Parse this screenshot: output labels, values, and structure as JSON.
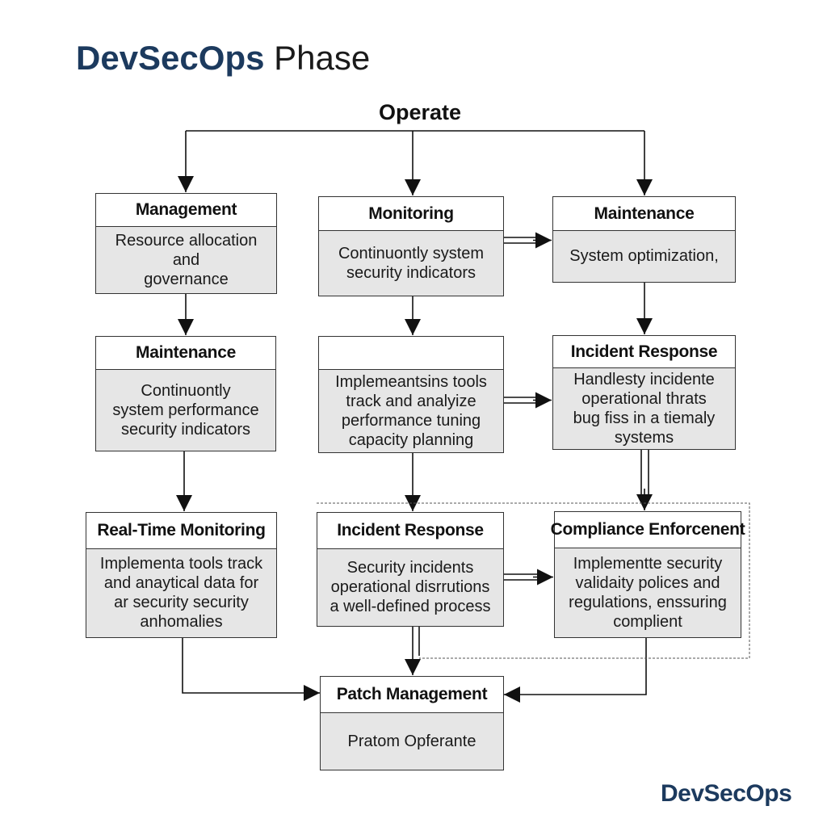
{
  "title": {
    "brand": "DevSecOps",
    "suffix": " Phase"
  },
  "root": {
    "label": "Operate"
  },
  "boxes": {
    "management": {
      "title": "Management",
      "text": "Resource allocation and\ngovernance"
    },
    "monitoring": {
      "title": "Monitoring",
      "text": "Continuontly system\nsecurity indicators"
    },
    "maintenance_top": {
      "title": "Maintenance",
      "text": "System optimization,"
    },
    "maintenance_mid": {
      "title": "Maintenance",
      "text": "Continuontly\nsystem performance\nsecurity indicators"
    },
    "implementation": {
      "title": "",
      "text": "Implemeantsins tools\ntrack and analyize\nperformance tuning\ncapacity planning"
    },
    "incident_response_top": {
      "title": "Incident Response",
      "text": "Handlesty incidente\noperational thrats\nbug fiss in a tiemaly\nsystems"
    },
    "realtime_monitoring": {
      "title": "Real-Time Monitoring",
      "text": "Implementa tools track\nand anaytical data for\nar security security\nanhomalies"
    },
    "incident_response_bottom": {
      "title": "Incident Response",
      "text": "Security incidents\noperational disrrutions\na well-defined process"
    },
    "compliance": {
      "title": "Compliance Enforcenent",
      "text": "Implementte security\nvalidaity polices and\nregulations, enssuring\ncomplient"
    },
    "patch": {
      "title": "Patch Management",
      "text": "Pratom Opferante"
    }
  },
  "footer": {
    "logo": "DevSecOps"
  },
  "colors": {
    "brand": "#1c3a5e",
    "box_fill": "#e6e6e6",
    "box_header": "#ffffff",
    "line": "#111111"
  }
}
